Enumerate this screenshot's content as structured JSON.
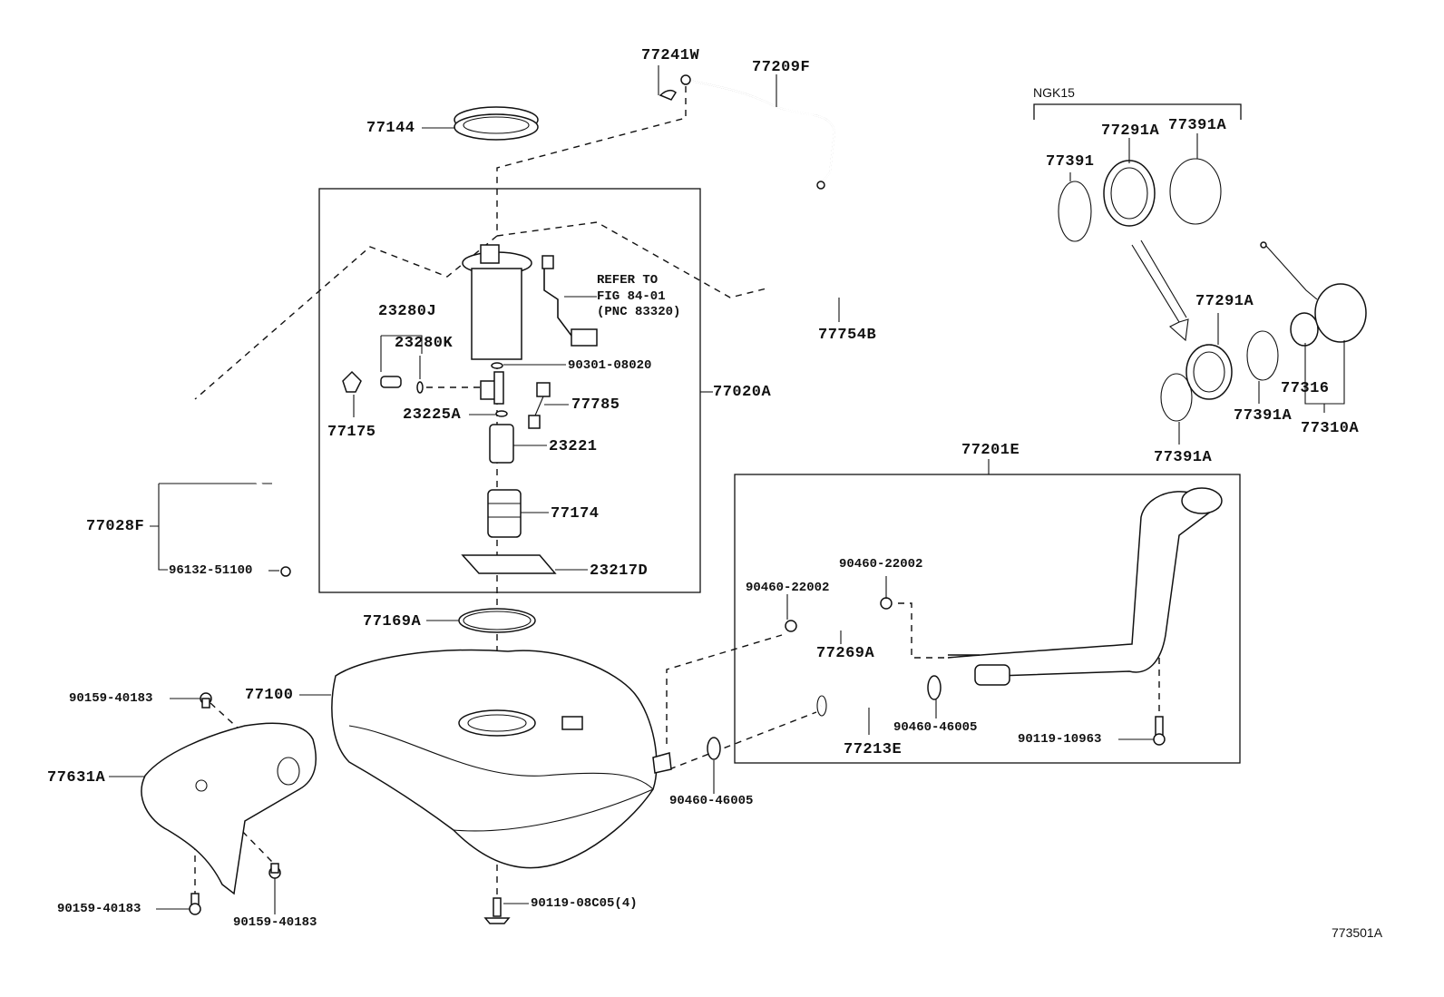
{
  "diagram": {
    "figure_code": "773501A",
    "group_label": "NGK15",
    "note": [
      "REFER TO",
      "FIG 84-01",
      "(PNC 83320)"
    ],
    "labels": {
      "p77241W": "77241W",
      "p77209F": "77209F",
      "p77144": "77144",
      "p77291A_top": "77291A",
      "p77391A_top": "77391A",
      "p77391": "77391",
      "p77291A_mid": "77291A",
      "p77391A_mid": "77391A",
      "p77391A_bot": "77391A",
      "p77316": "77316",
      "p77310A": "77310A",
      "p23280J": "23280J",
      "p23280K": "23280K",
      "p90301_08020": "90301-08020",
      "p77175": "77175",
      "p23225A": "23225A",
      "p77785": "77785",
      "p23221": "23221",
      "p77020A": "77020A",
      "p77754B": "77754B",
      "p77174": "77174",
      "p23217D": "23217D",
      "p77028F": "77028F",
      "p96132_51100": "96132-51100",
      "p77169A": "77169A",
      "p77100": "77100",
      "p77201E": "77201E",
      "p90460_22002_a": "90460-22002",
      "p90460_22002_b": "90460-22002",
      "p77269A": "77269A",
      "p77213E": "77213E",
      "p90460_46005_a": "90460-46005",
      "p90460_46005_b": "90460-46005",
      "p90119_10963": "90119-10963",
      "p90159_40183_a": "90159-40183",
      "p90159_40183_b": "90159-40183",
      "p90159_40183_c": "90159-40183",
      "p77631A": "77631A",
      "p90119_08C05": "90119-08C05(4)"
    }
  }
}
